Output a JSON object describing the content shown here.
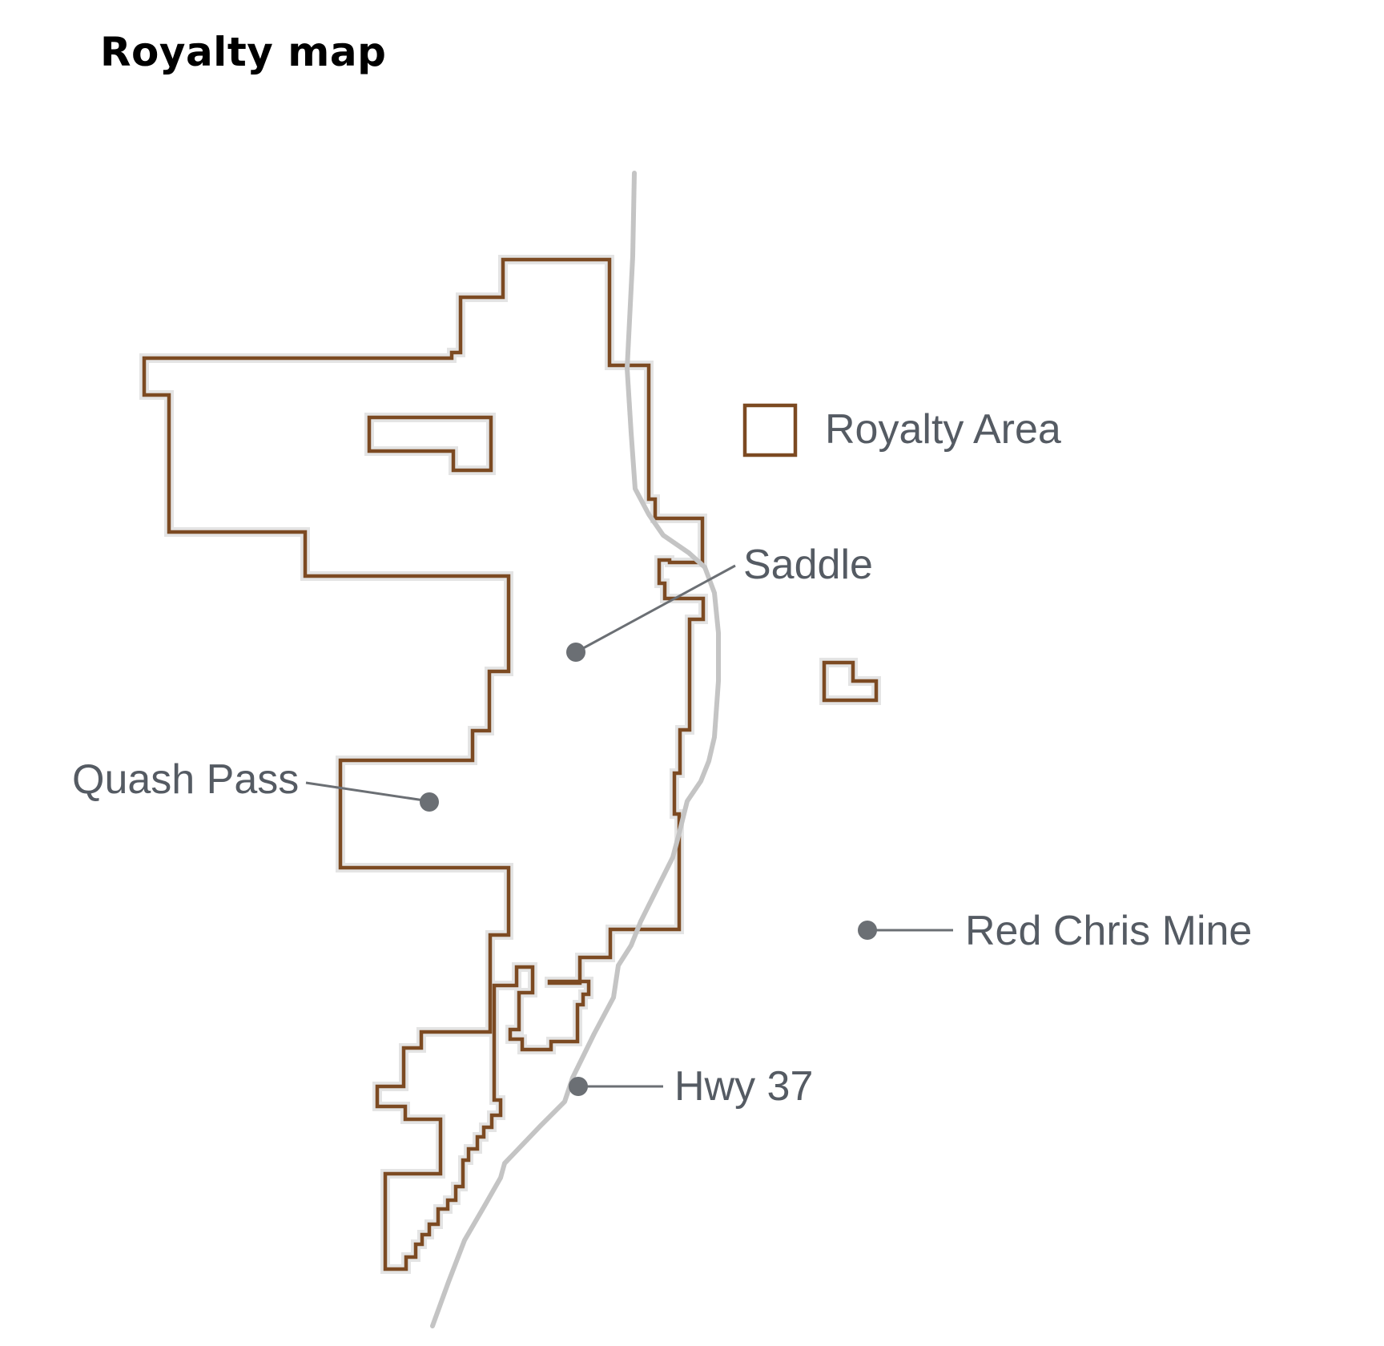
{
  "title": "Royalty map",
  "legend": {
    "label": "Royalty Area"
  },
  "places": {
    "saddle": "Saddle",
    "quash_pass": "Quash Pass",
    "red_chris_mine": "Red Chris Mine",
    "hwy_37": "Hwy 37"
  },
  "colors": {
    "royalty_outline": "#7c4a22",
    "outline_halo": "#e4e4e4",
    "highway": "#c4c4c4",
    "marker": "#6b6f74",
    "label_text": "#555b63"
  }
}
